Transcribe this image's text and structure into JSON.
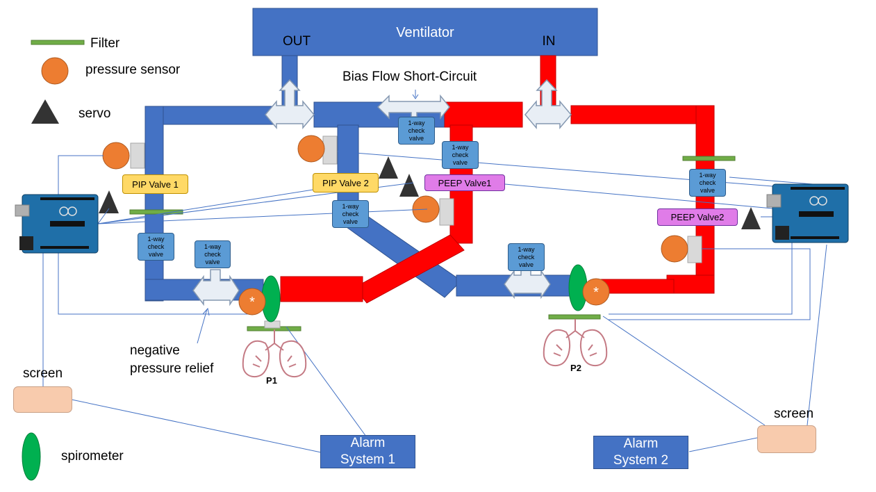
{
  "ventilator": {
    "title": "Ventilator",
    "out_label": "OUT",
    "in_label": "IN"
  },
  "legend": {
    "filter": "Filter",
    "pressure_sensor": "pressure sensor",
    "servo": "servo",
    "spirometer": "spirometer"
  },
  "bias_flow_label": "Bias Flow Short-Circuit",
  "valves": {
    "pip1": "PIP Valve 1",
    "pip2": "PIP Valve 2",
    "peep1": "PEEP Valve1",
    "peep2": "PEEP Valve2"
  },
  "check_valve_label": "1-way\ncheck\nvalve",
  "negative_pressure_label": "negative\npressure relief",
  "patients": {
    "p1": "P1",
    "p2": "P2"
  },
  "sensor_mark": "*",
  "screens": {
    "left": "screen",
    "right": "screen"
  },
  "alarms": {
    "system1": "Alarm\nSystem 1",
    "system2": "Alarm\nSystem 2"
  },
  "colors": {
    "ventilator": "#4472c4",
    "inspiratory_tube": "#4472c4",
    "expiratory_tube": "#ff0000",
    "filter": "#70ad47",
    "pressure_sensor": "#ed7d31",
    "servo": "#333333",
    "spirometer": "#00b050",
    "arduino": "#1f6fa8"
  },
  "icons": {
    "arduino": "arduino-board-icon",
    "lungs": "lungs-icon",
    "connector": "double-arrow-connector-icon"
  }
}
